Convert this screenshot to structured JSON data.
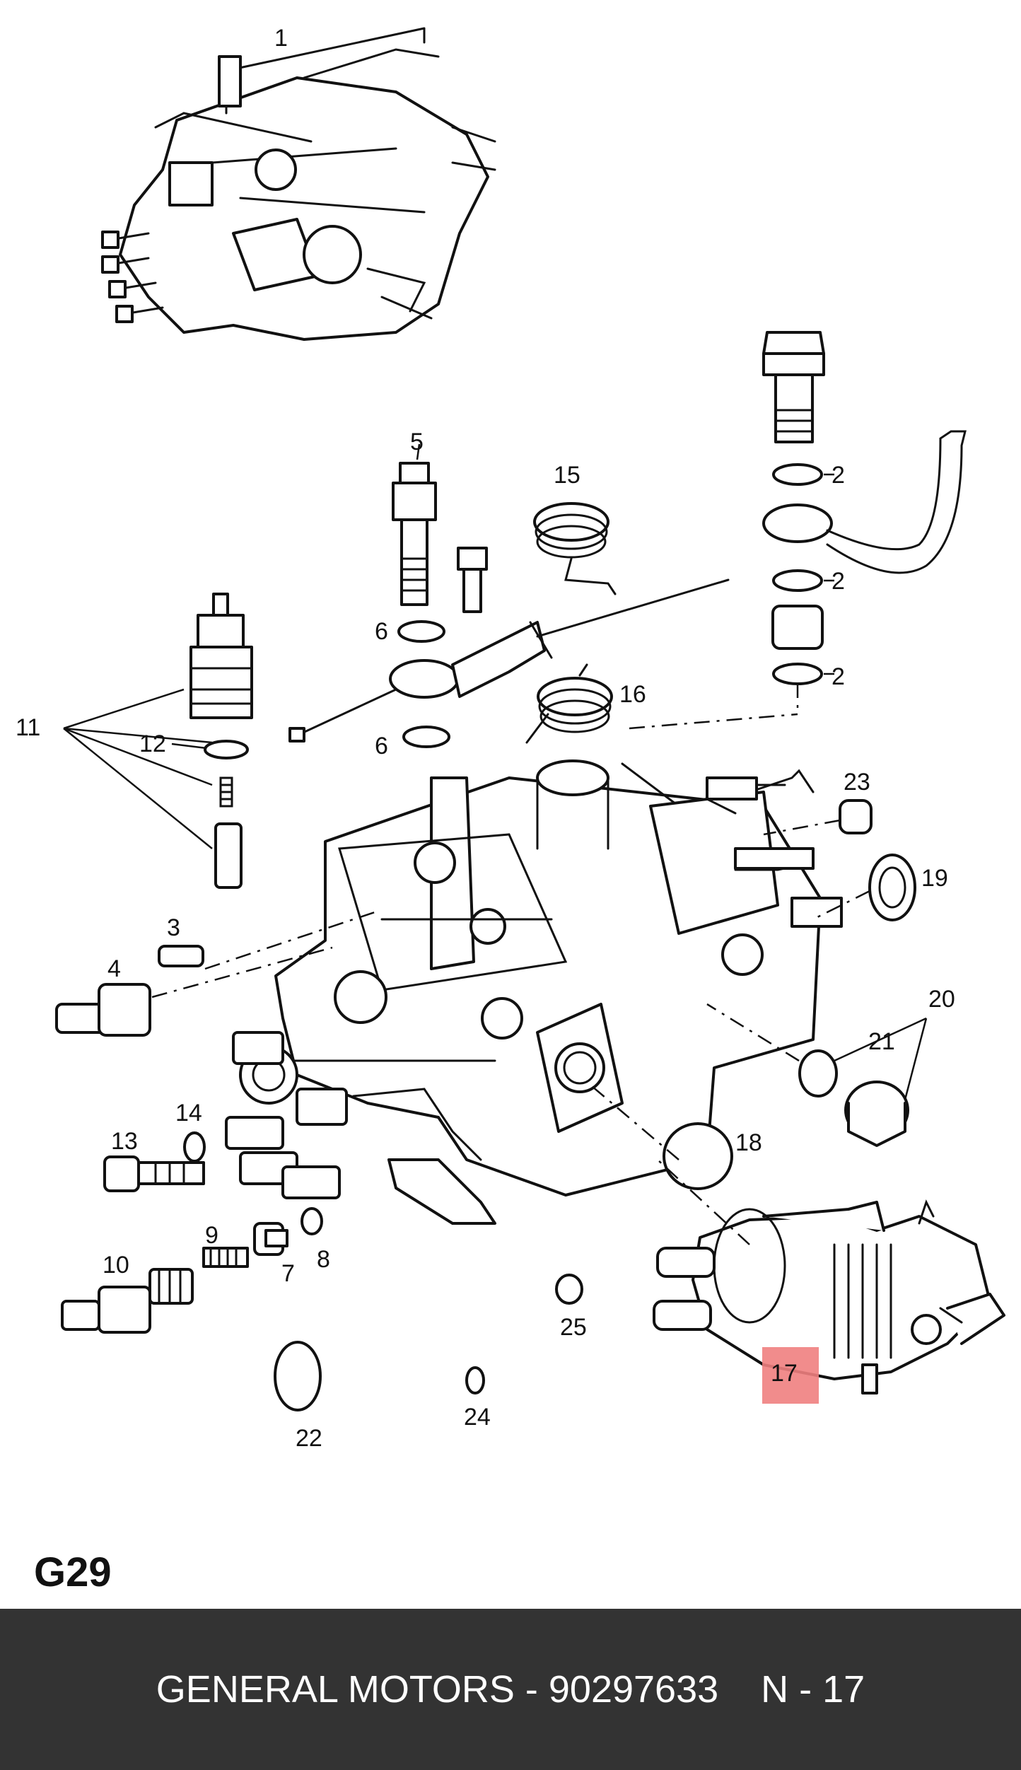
{
  "diagram": {
    "highlight_color": "#f08080",
    "highlighted_part": "17",
    "callouts": {
      "c1": "1",
      "c2a": "2",
      "c2b": "2",
      "c2c": "2",
      "c3": "3",
      "c4": "4",
      "c5": "5",
      "c6a": "6",
      "c6b": "6",
      "c7": "7",
      "c8": "8",
      "c9": "9",
      "c10": "10",
      "c11": "11",
      "c12": "12",
      "c13": "13",
      "c14": "14",
      "c15": "15",
      "c16": "16",
      "c17": "17",
      "c18": "18",
      "c19": "19",
      "c20": "20",
      "c21": "21",
      "c22": "22",
      "c23": "23",
      "c24": "24",
      "c25": "25"
    }
  },
  "sheet_code": "G29",
  "footer": {
    "text": "GENERAL MOTORS - 90297633    N - 17",
    "background": "#333333"
  }
}
